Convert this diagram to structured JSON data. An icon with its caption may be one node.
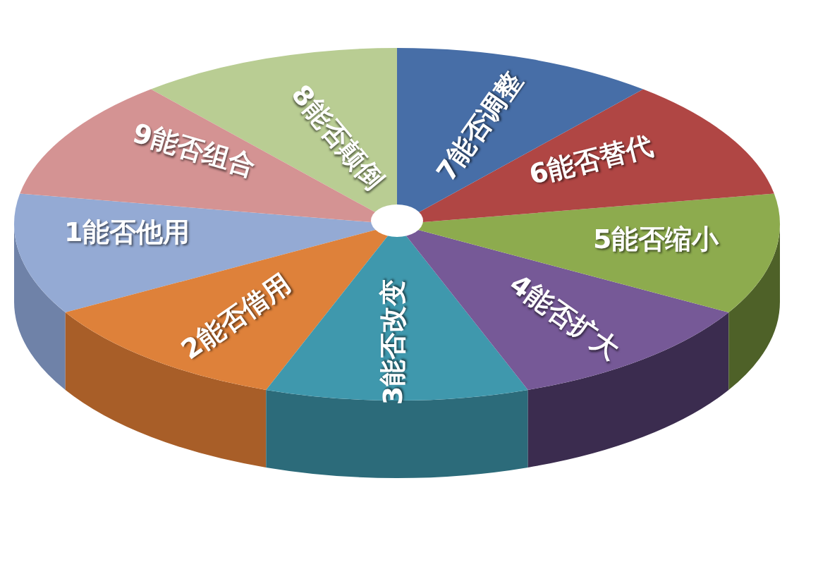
{
  "diagram": {
    "nodes": [
      {
        "text": [
          "1能否他用"
        ]
      },
      {
        "text": [
          "2能否借用"
        ]
      },
      {
        "text": [
          "3能否改变"
        ]
      },
      {
        "text": [
          "4能否扩大"
        ]
      },
      {
        "text": [
          "5能否缩小"
        ]
      },
      {
        "text": [
          "6能否替代"
        ]
      },
      {
        "text": [
          "7能否调整"
        ]
      },
      {
        "text": [
          "8能否颠倒"
        ]
      },
      {
        "text": [
          "9能否组合"
        ]
      },
      {
        "text": [],
        "shape": "circle"
      }
    ]
  }
}
